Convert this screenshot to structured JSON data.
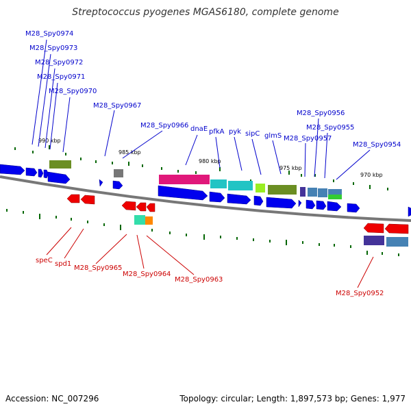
{
  "title": "Streptococcus pyogenes MGAS6180, complete genome",
  "accession": "Accession: NC_007296",
  "summary": "Topology: circular; Length: 1,897,573 bp; Genes: 1,977",
  "ticks": [
    "990 kbp",
    "985 kbp",
    "980 kbp",
    "975 kbp",
    "970 kbp"
  ],
  "colors": {
    "backbone": "#777777",
    "cds": "#0000ee",
    "label_top": "#0000cc",
    "label_bottom": "#cc0000",
    "tick_mark": "#006600",
    "feature_red": "#ee0000"
  },
  "labels_top": [
    "M28_Spy0974",
    "M28_Spy0973",
    "M28_Spy0972",
    "M28_Spy0971",
    "M28_Spy0970",
    "M28_Spy0967",
    "M28_Spy0966",
    "dnaE",
    "pfkA",
    "pyk",
    "sipC",
    "glmS",
    "M28_Spy0957",
    "M28_Spy0956",
    "M28_Spy0955",
    "M28_Spy0954"
  ],
  "labels_bottom": [
    "speC",
    "spd1",
    "M28_Spy0965",
    "M28_Spy0964",
    "M28_Spy0963",
    "M28_Spy0952"
  ]
}
